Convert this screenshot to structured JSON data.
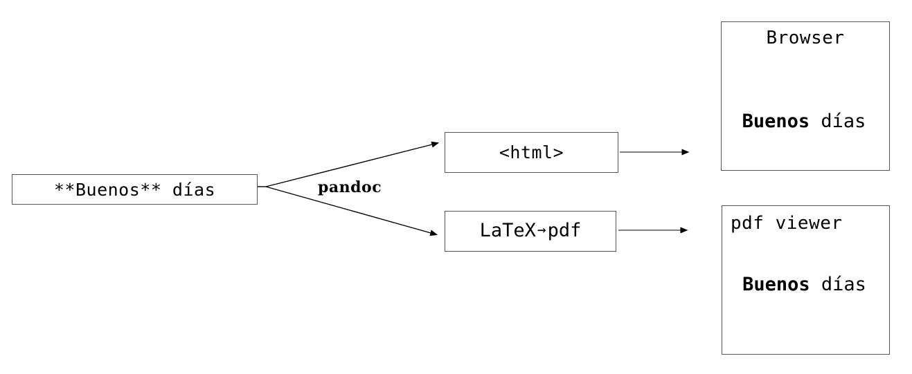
{
  "diagram": {
    "type": "flowchart",
    "description": "pandoc conversion pipeline from markdown source to rendered outputs",
    "nodes": {
      "source": {
        "label": "**Buenos** días",
        "name": "markdown-source"
      },
      "html": {
        "label": "<html>",
        "name": "html-intermediate"
      },
      "latex": {
        "label_before": "LaTeX",
        "arrow_glyph": "→",
        "label_after": "pdf",
        "name": "latex-pdf-intermediate"
      },
      "browser": {
        "title": "Browser",
        "rendered_strong": "Buenos",
        "rendered_plain": " días",
        "name": "browser-output"
      },
      "pdfviewer": {
        "title": "pdf viewer",
        "rendered_strong": "Buenos",
        "rendered_plain": " días",
        "name": "pdf-viewer-output"
      }
    },
    "edges": {
      "pandoc_label": "pandoc"
    },
    "colors": {
      "stroke": "#555555",
      "arrow": "#000000",
      "text": "#000000",
      "background": "#ffffff"
    }
  }
}
